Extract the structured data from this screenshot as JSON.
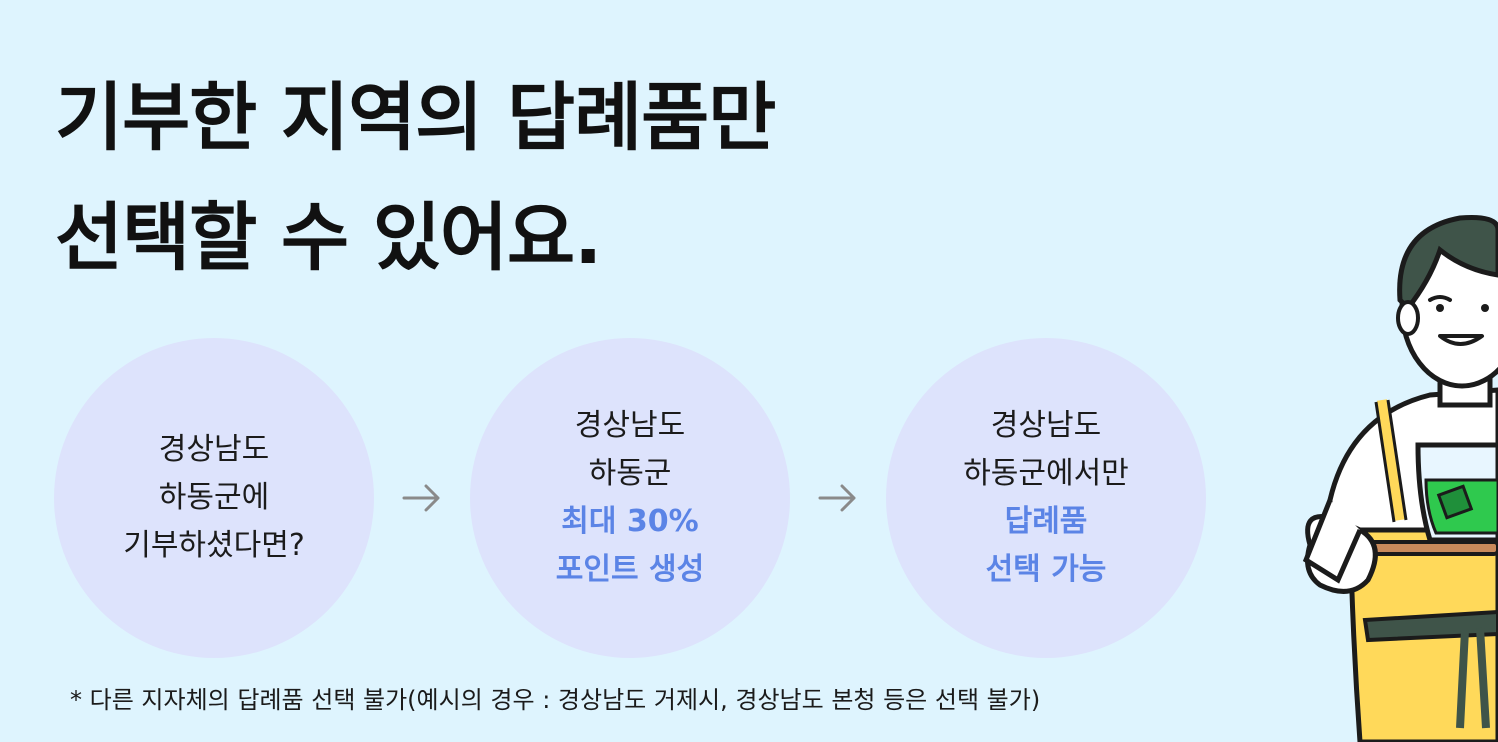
{
  "headline": {
    "line1": "기부한 지역의 답례품만",
    "line2": "선택할 수 있어요."
  },
  "steps": [
    {
      "lines": [
        "경상남도",
        "하동군에",
        "기부하셨다면?"
      ],
      "highlight": []
    },
    {
      "lines": [
        "경상남도",
        "하동군"
      ],
      "highlight": [
        "최대 30%",
        "포인트 생성"
      ]
    },
    {
      "lines": [
        "경상남도",
        "하동군에서만"
      ],
      "highlight": [
        "답례품",
        "선택 가능"
      ]
    }
  ],
  "footnote": "* 다른 지자체의 답례품 선택 불가(예시의 경우 : 경상남도 거제시, 경상남도 본청 등은 선택 불가)",
  "icons": [
    "arrow-right-icon",
    "arrow-right-icon"
  ],
  "colors": {
    "background": "#def4fe",
    "circle": "#dde3fc",
    "highlight": "#5b84e6",
    "text": "#111111",
    "arrow": "#8a8a8a"
  }
}
